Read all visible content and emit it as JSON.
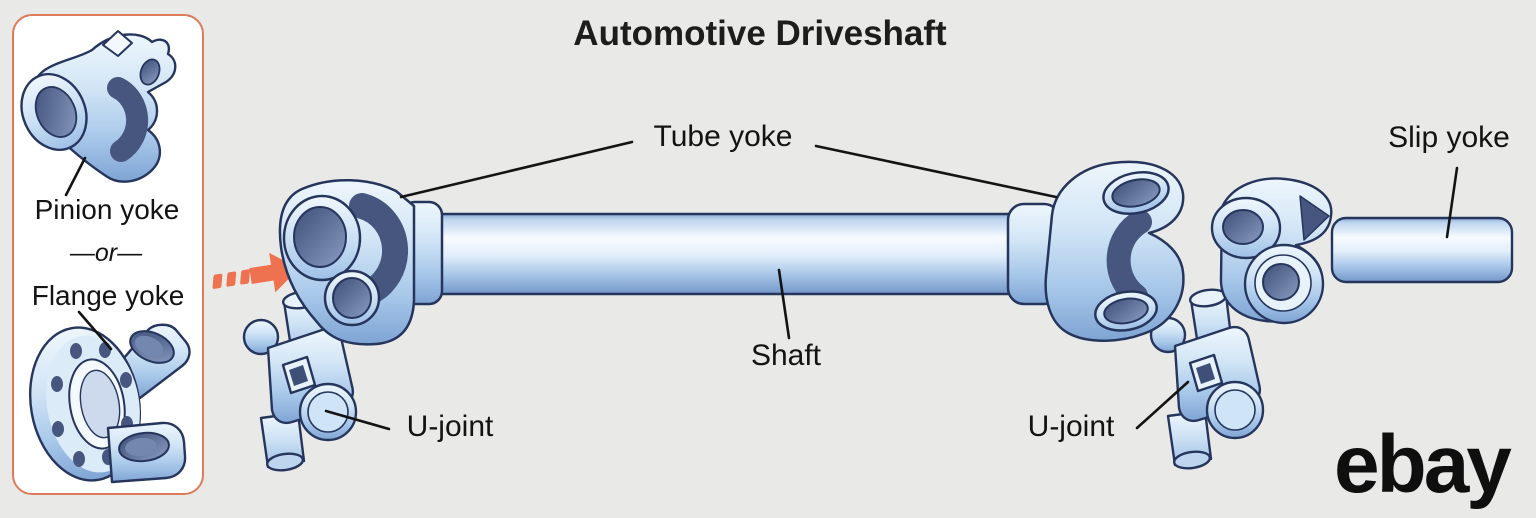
{
  "title": "Automotive Driveshaft",
  "inset": {
    "option_a": "Pinion yoke",
    "conjunction": "—or—",
    "option_b": "Flange yoke"
  },
  "labels": {
    "tube_yoke": "Tube yoke",
    "shaft": "Shaft",
    "u_joint_left": "U-joint",
    "u_joint_right": "U-joint",
    "slip_yoke": "Slip yoke"
  },
  "brand": {
    "logo_text": "ebay"
  },
  "colors": {
    "background": "#e9e9e8",
    "panel_fill": "#ffffff",
    "panel_border": "#dd7a5a",
    "accent_arrow": "#ee7150",
    "part_light": "#dcebf8",
    "part_mid": "#aac9ea",
    "part_shadow": "#7fa4d4",
    "bore_dark": "#46567e",
    "outline": "#26355c",
    "text": "#131313"
  }
}
